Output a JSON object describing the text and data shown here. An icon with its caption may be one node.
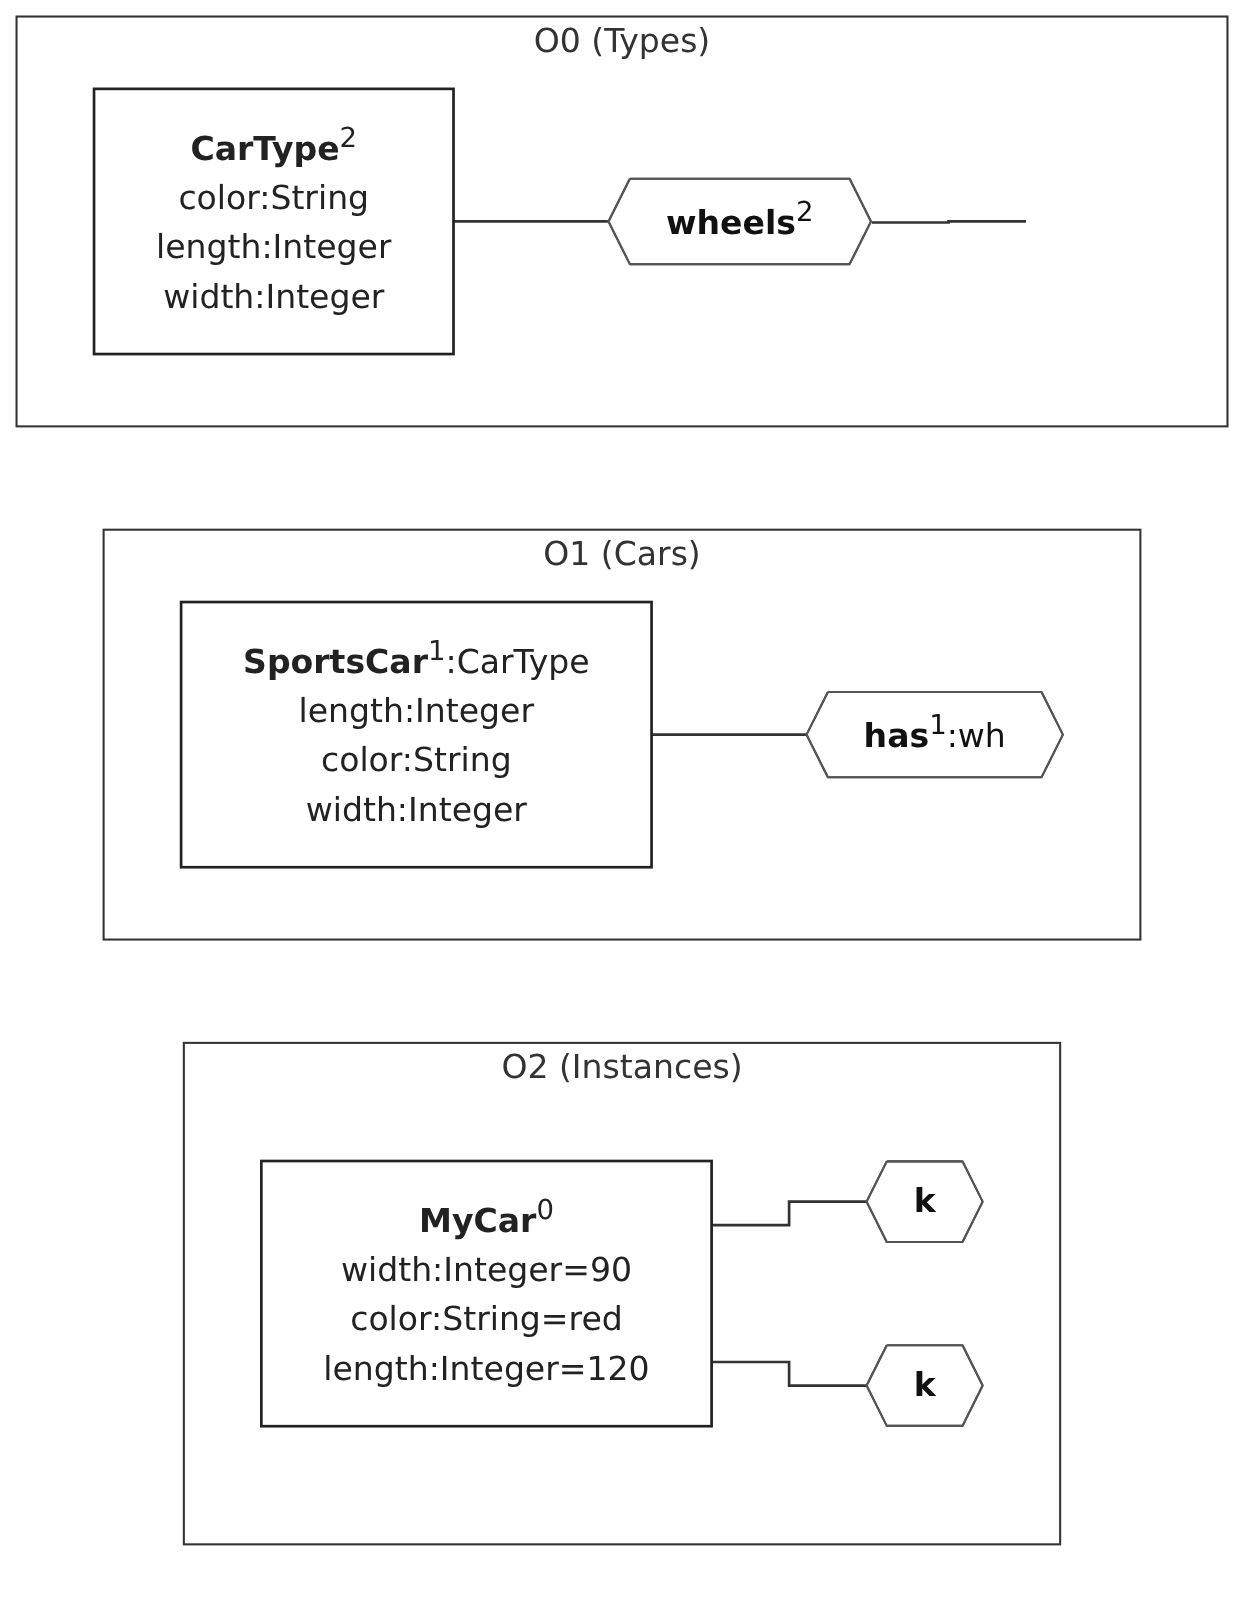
{
  "diagram": {
    "nodes": [
      {
        "text": [
          "O0 (Types)"
        ]
      },
      {
        "text": [
          "**CarType**$^{2}$",
          "color:String",
          "length:Integer",
          "width:Integer"
        ],
        "in": 0
      },
      {
        "text": [
          "**wheels**$^{2}$"
        ],
        "in": 0
      },
      {
        "text": [
          "O1 (Cars)"
        ]
      },
      {
        "text": [
          "**SportsCar**$^{1}$:CarType",
          "length:Integer",
          "color:String",
          "width:Integer"
        ],
        "in": 3
      },
      {
        "text": [
          "**has**$^{1}$:wh"
        ],
        "in": 3
      },
      {
        "text": [
          "O2 (Instances)"
        ]
      },
      {
        "text": [
          "**MyCar**$^{0}$",
          "width:Integer=90",
          "color:String=red",
          "length:Integer=120"
        ],
        "in": 6
      },
      {
        "text": [
          "**k**"
        ],
        "in": 6
      },
      {
        "text": [
          "**k**"
        ],
        "in": 6
      }
    ],
    "edges": [
      {
        "from": 1,
        "to": 2,
        "arrow": "none"
      },
      {
        "from": 2,
        "to": null,
        "arrow": "none"
      },
      {
        "from": 4,
        "to": 5,
        "arrow": "none"
      },
      {
        "from": 7,
        "to": 8,
        "arrow": "none"
      },
      {
        "from": 7,
        "to": 9,
        "arrow": "none"
      }
    ]
  }
}
